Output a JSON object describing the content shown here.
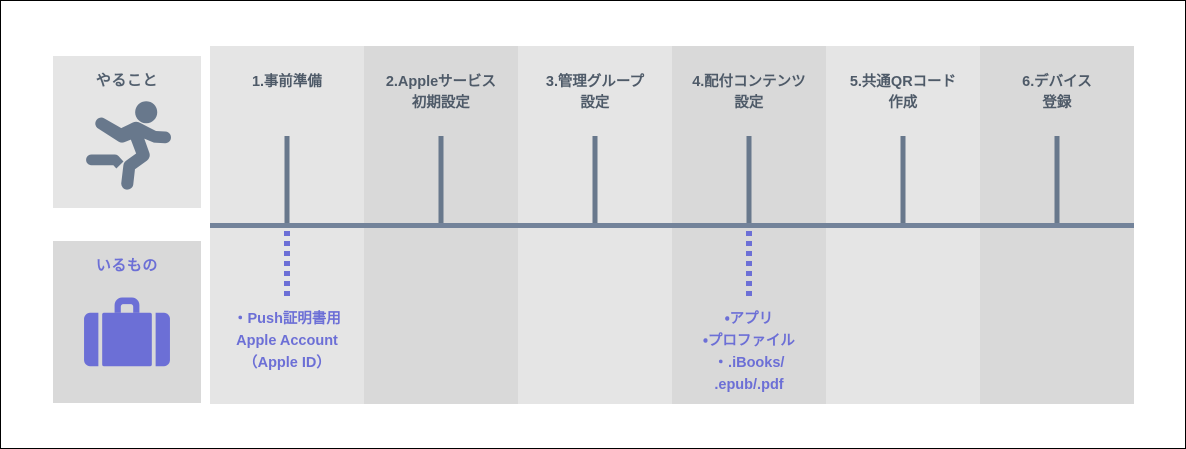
{
  "diagram": {
    "title_row_label": "やること",
    "needs_row_label": "いるもの",
    "colors": {
      "axis": "#73839a",
      "stem": "#68788c",
      "accent_purple": "#6c6fd6",
      "header_text": "#4e5a68",
      "lane_light": "#e5e5e5",
      "lane_dark": "#d9d9d9",
      "label_box_light": "#e5e5e5",
      "label_box_dark": "#d9d9d9"
    },
    "left_labels": [
      {
        "id": "doing",
        "text": "やること",
        "icon": "running-person-icon"
      },
      {
        "id": "needed",
        "text": "いるもの",
        "icon": "suitcase-icon"
      }
    ],
    "steps": [
      {
        "number": "1",
        "title": "1.事前準備",
        "shade": "light",
        "has_stem": true,
        "has_dotted": true,
        "items": [
          "・Push証明書用\n Apple Account\n（Apple ID）"
        ]
      },
      {
        "number": "2",
        "title": "2.Appleサービス\n初期設定",
        "shade": "dark",
        "has_stem": true,
        "has_dotted": false,
        "items": []
      },
      {
        "number": "3",
        "title": "3.管理グループ\n設定",
        "shade": "light",
        "has_stem": true,
        "has_dotted": false,
        "items": []
      },
      {
        "number": "4",
        "title": "4.配付コンテンツ\n設定",
        "shade": "dark",
        "has_stem": true,
        "has_dotted": true,
        "items": [
          "・アプリ",
          "・プロファイル",
          "・.iBooks/\n .epub/.pdf"
        ]
      },
      {
        "number": "5",
        "title": "5.共通QRコード\n作成",
        "shade": "light",
        "has_stem": true,
        "has_dotted": false,
        "items": []
      },
      {
        "number": "6",
        "title": "6.デバイス\n登録",
        "shade": "dark",
        "has_stem": true,
        "has_dotted": false,
        "items": []
      }
    ]
  }
}
